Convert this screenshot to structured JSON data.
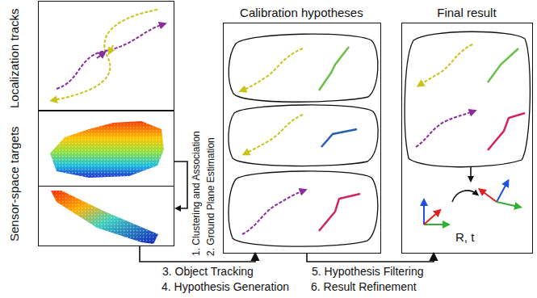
{
  "diagram": {
    "nodes": [
      {
        "text": [
          "Localization tracks"
        ]
      },
      {
        "text": [
          "Sensor-space targets"
        ]
      },
      {
        "text": [
          "Calibration hypotheses"
        ]
      },
      {
        "text": [
          "Final result",
          "R, t"
        ]
      }
    ],
    "edges": [
      {
        "from": 1,
        "to": 2,
        "arrow": "to",
        "label": "3. Object Tracking"
      },
      {
        "from": 2,
        "to": 3,
        "arrow": "to",
        "label": "5. Hypothesis Filtering"
      }
    ],
    "labels": [
      "1. Clustering and Association",
      "2. Ground Plane Estimation",
      "4. Hypothesis Generation",
      "6. Result Refinement"
    ]
  }
}
